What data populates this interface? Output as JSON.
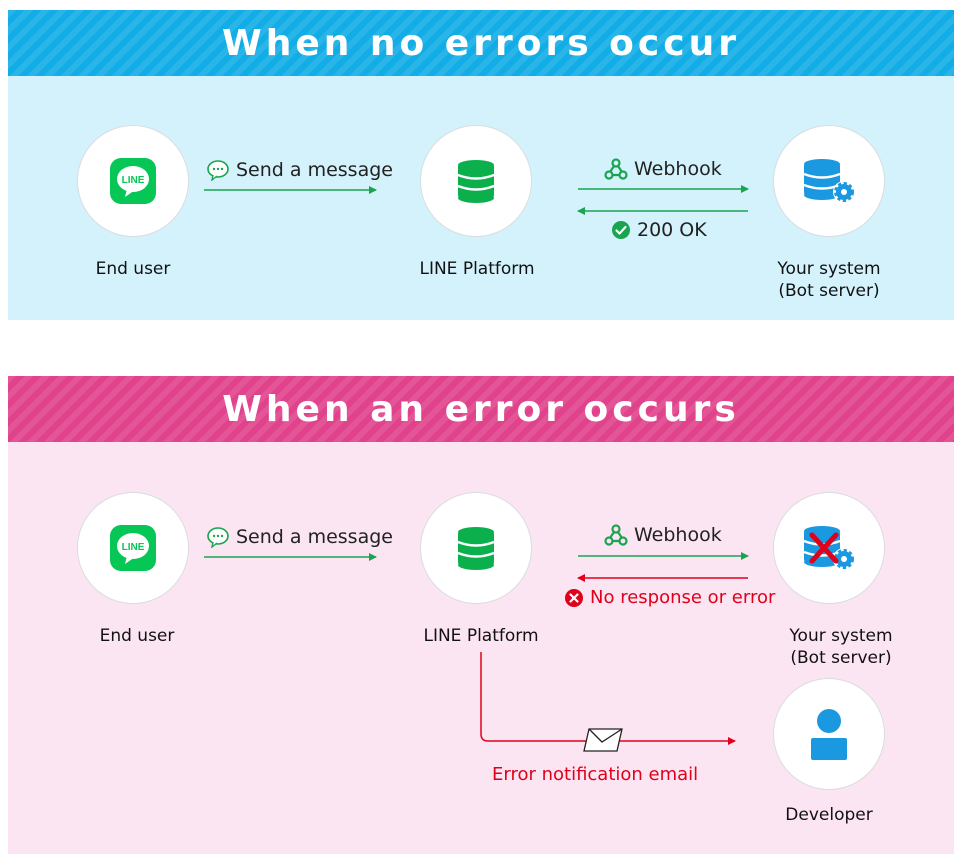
{
  "colors": {
    "top_header": "#12ade6",
    "top_background": "#d3f2fc",
    "bottom_header": "#e0428b",
    "bottom_background": "#fce5f2",
    "line_green": "#06c755",
    "arrow_green": "#1aa44f",
    "error_red": "#e0001b",
    "system_blue": "#1a98e0"
  },
  "no_error": {
    "title": "When no errors occur",
    "end_user": "End user",
    "platform": "LINE Platform",
    "system_line1": "Your system",
    "system_line2": "(Bot server)",
    "send_message": "Send a message",
    "webhook": "Webhook",
    "ok_response": "200 OK"
  },
  "error": {
    "title": "When an error occurs",
    "end_user": "End user",
    "platform": "LINE Platform",
    "system_line1": "Your system",
    "system_line2": "(Bot server)",
    "send_message": "Send a message",
    "webhook": "Webhook",
    "error_response": "No response or error",
    "notification": "Error notification email",
    "developer": "Developer"
  },
  "icons": {
    "line_app": "line-app-icon",
    "speech_bubble": "speech-bubble-icon",
    "database": "database-icon",
    "webhook": "webhook-icon",
    "check": "check-circle-icon",
    "server": "server-gear-icon",
    "server_error": "server-error-icon",
    "error_x": "error-x-icon",
    "envelope": "envelope-icon",
    "developer": "developer-icon"
  },
  "logo_text": "LINE"
}
